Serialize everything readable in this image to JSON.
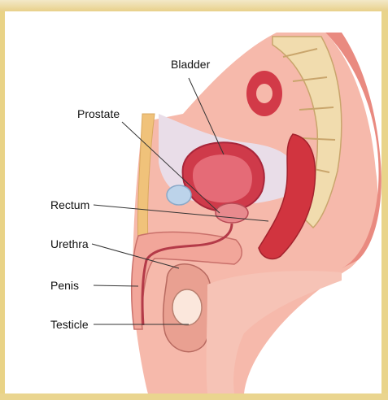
{
  "diagram": {
    "labels": {
      "bladder": "Bladder",
      "prostate": "Prostate",
      "rectum": "Rectum",
      "urethra": "Urethra",
      "penis": "Penis",
      "testicle": "Testicle"
    },
    "colors": {
      "frame_border": "#e9d386",
      "skin": "#f4b0a2",
      "deep_tissue": "#d8454c",
      "spine": "#f0d9a8",
      "leader_line": "#333333"
    }
  }
}
